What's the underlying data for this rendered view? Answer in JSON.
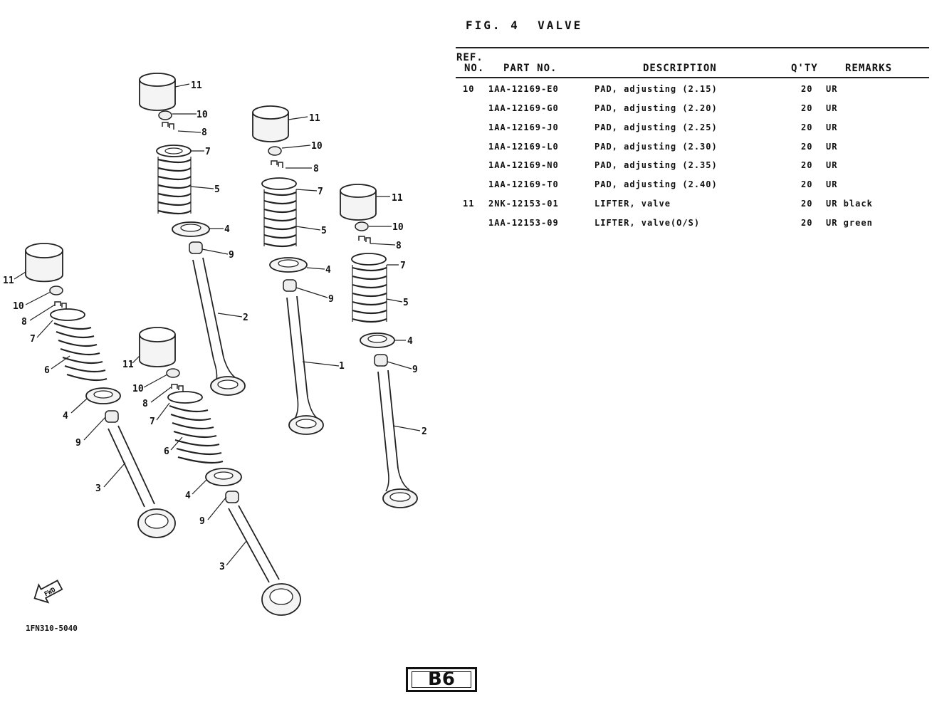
{
  "figure": {
    "title": "FIG. 4  VALVE"
  },
  "table": {
    "headers": {
      "ref_line1": "REF.",
      "ref_line2": "NO.",
      "part_no": "PART NO.",
      "description": "DESCRIPTION",
      "qty": "Q'TY",
      "remarks": "REMARKS"
    },
    "rows": [
      {
        "ref": "10",
        "part_no": "1AA-12169-E0",
        "description": "PAD, adjusting (2.15)",
        "qty": "20",
        "remarks": "UR"
      },
      {
        "ref": "",
        "part_no": "1AA-12169-G0",
        "description": "PAD, adjusting (2.20)",
        "qty": "20",
        "remarks": "UR"
      },
      {
        "ref": "",
        "part_no": "1AA-12169-J0",
        "description": "PAD, adjusting (2.25)",
        "qty": "20",
        "remarks": "UR"
      },
      {
        "ref": "",
        "part_no": "1AA-12169-L0",
        "description": "PAD, adjusting (2.30)",
        "qty": "20",
        "remarks": "UR"
      },
      {
        "ref": "",
        "part_no": "1AA-12169-N0",
        "description": "PAD, adjusting (2.35)",
        "qty": "20",
        "remarks": "UR"
      },
      {
        "ref": "",
        "part_no": "1AA-12169-T0",
        "description": "PAD, adjusting (2.40)",
        "qty": "20",
        "remarks": "UR"
      },
      {
        "ref": "11",
        "part_no": "2NK-12153-01",
        "description": "LIFTER, valve",
        "qty": "20",
        "remarks": "UR black"
      },
      {
        "ref": "",
        "part_no": "1AA-12153-09",
        "description": "LIFTER, valve(O/S)",
        "qty": "20",
        "remarks": "UR green"
      }
    ]
  },
  "diagram": {
    "arrow_label": "FWD",
    "caption": "1FN310-5040",
    "callouts": [
      "1",
      "2",
      "3",
      "4",
      "5",
      "6",
      "7",
      "8",
      "9",
      "10",
      "11"
    ]
  },
  "page_id": "B6"
}
